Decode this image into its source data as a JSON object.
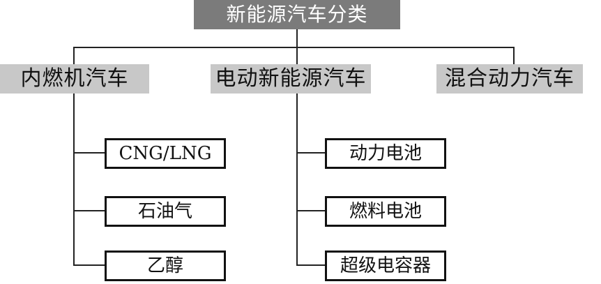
{
  "root": {
    "label": "新能源汽车分类"
  },
  "categories": [
    {
      "label": "内燃机汽车",
      "children": [
        "CNG/LNG",
        "石油气",
        "乙醇"
      ]
    },
    {
      "label": "电动新能源汽车",
      "children": [
        "动力电池",
        "燃料电池",
        "超级电容器"
      ]
    },
    {
      "label": "混合动力汽车",
      "children": []
    }
  ]
}
